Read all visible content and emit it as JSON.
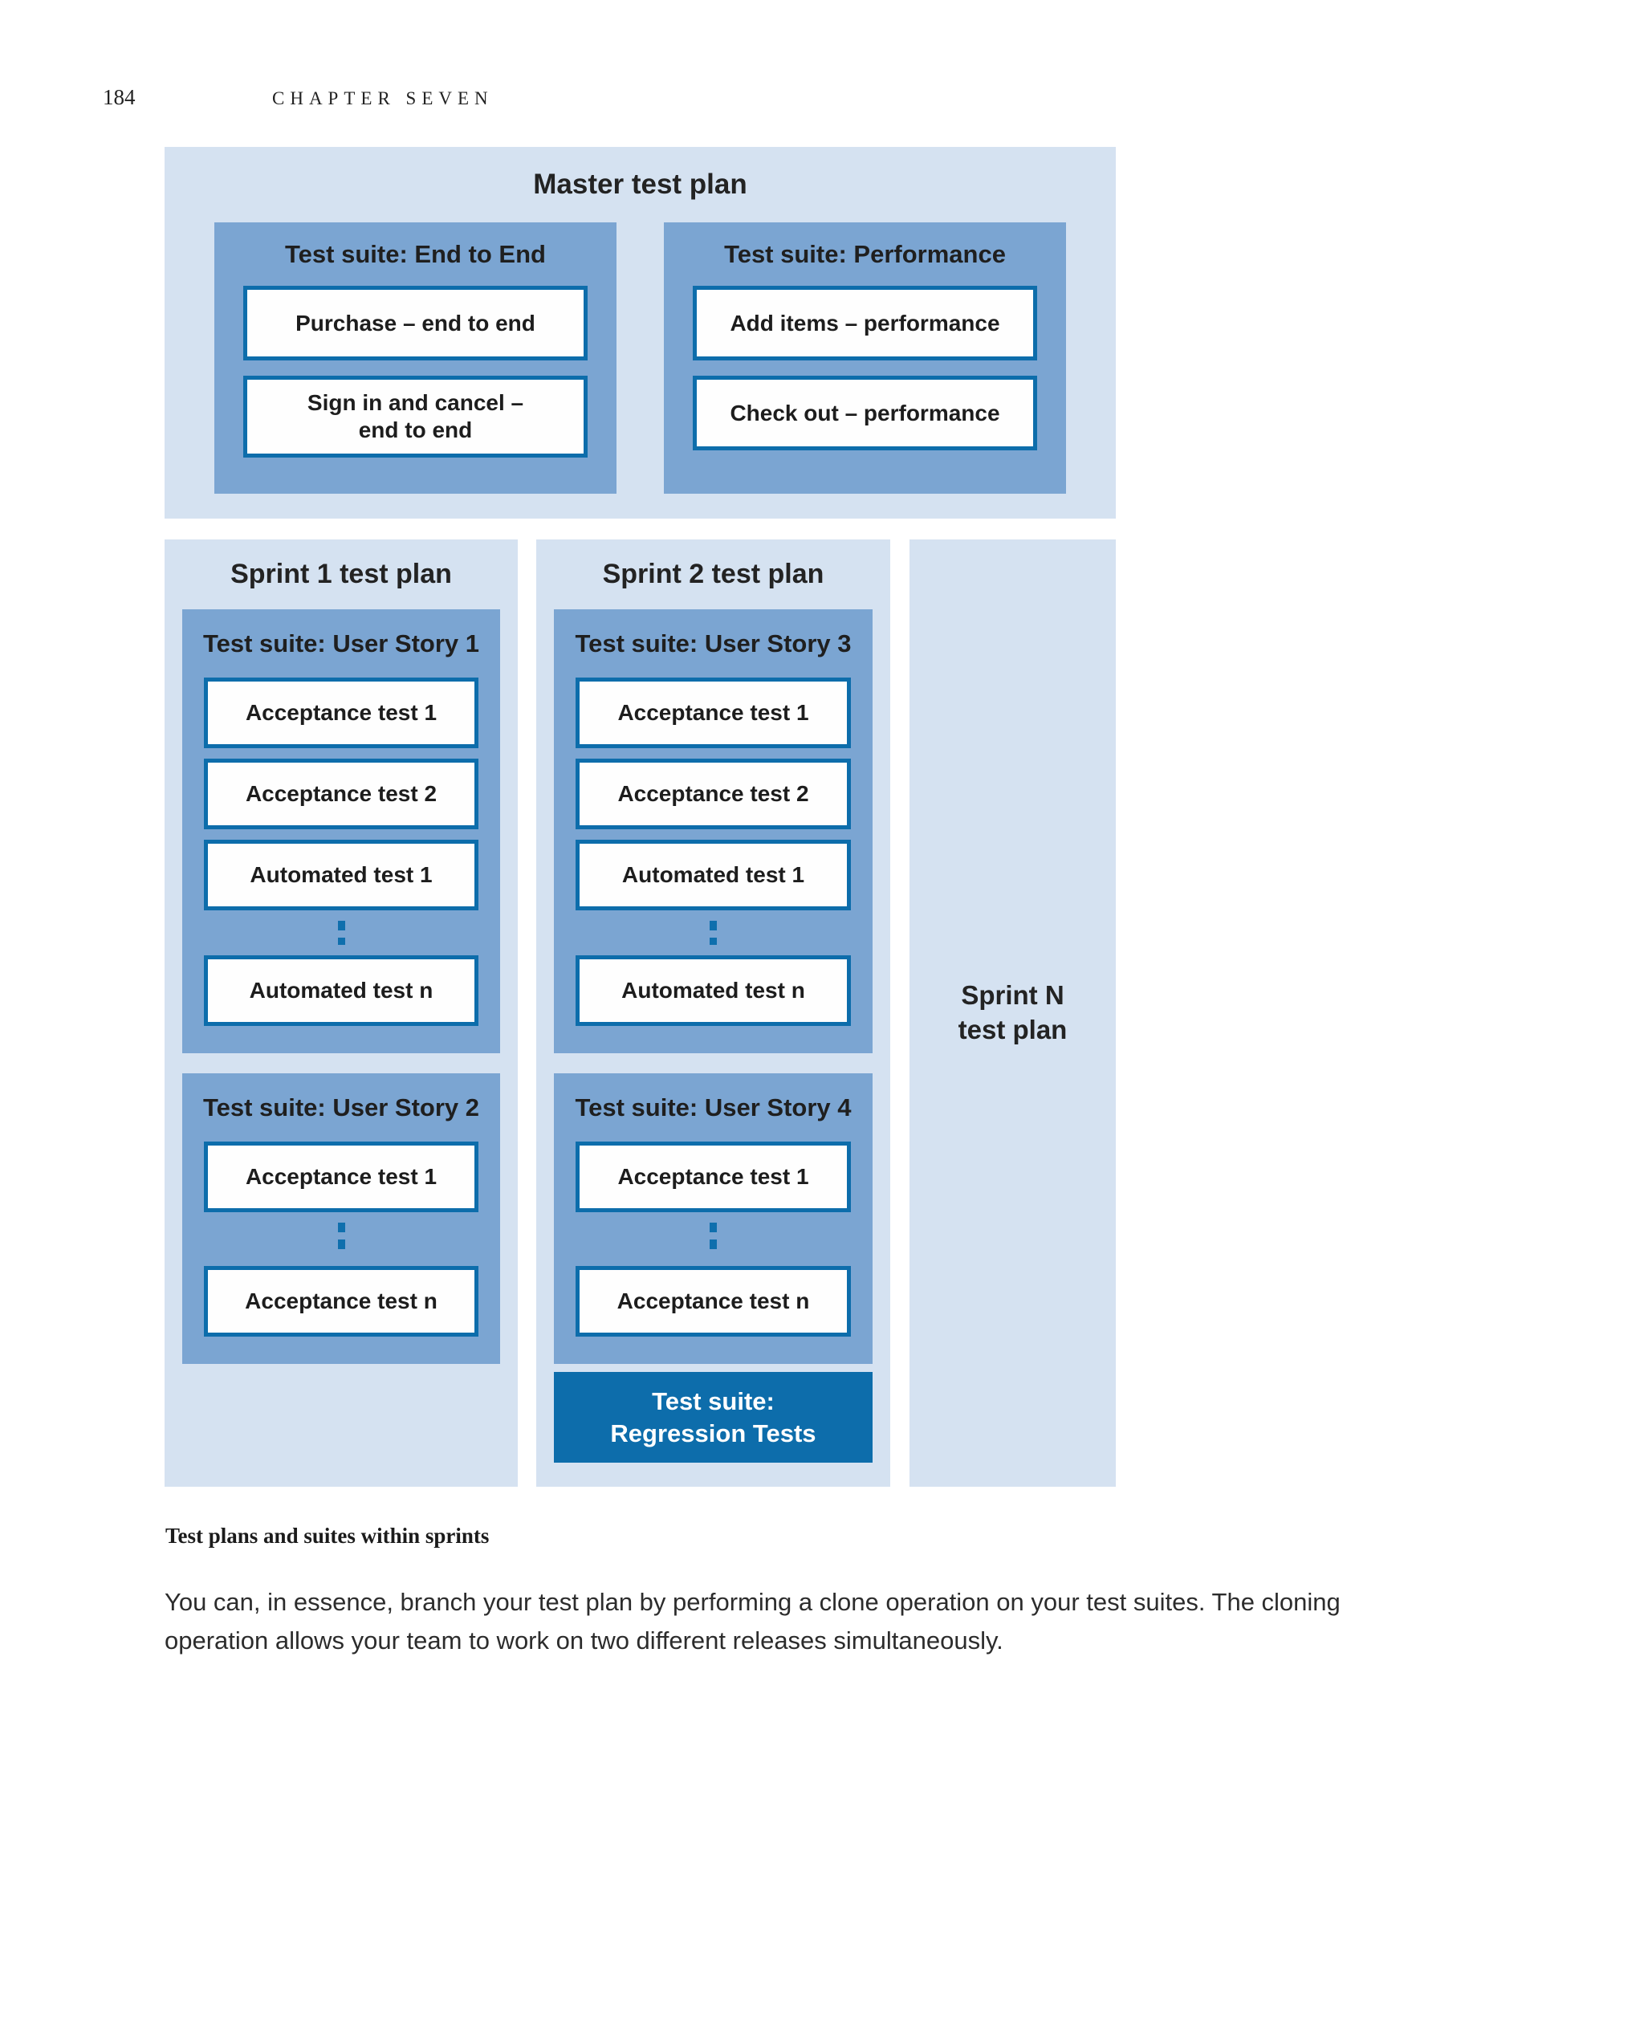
{
  "page": {
    "number": "184",
    "chapter": "CHAPTER SEVEN",
    "caption": "Test plans and suites within sprints",
    "body": "You can, in essence, branch your test plan by performing a clone operation on your test suites. The cloning operation allows your team to work on two different releases simultaneously."
  },
  "colors": {
    "light_blue": "#d5e2f1",
    "medium_blue": "#7ba5d2",
    "dark_blue": "#0d6dab",
    "text_dark": "#232323",
    "white": "#ffffff"
  },
  "diagram": {
    "master": {
      "title": "Master test plan",
      "suites": [
        {
          "title": "Test suite: End to End",
          "tests": [
            "Purchase – end to end",
            "Sign in and cancel – end to end"
          ]
        },
        {
          "title": "Test suite: Performance",
          "tests": [
            "Add items – performance",
            "Check out – performance"
          ]
        }
      ]
    },
    "sprint1": {
      "title": "Sprint 1 test plan",
      "suites": [
        {
          "title": "Test suite: User Story 1",
          "tests": [
            "Acceptance test 1",
            "Acceptance test 2",
            "Automated test 1",
            "Automated test n"
          ]
        },
        {
          "title": "Test suite: User Story 2",
          "tests": [
            "Acceptance test 1",
            "Acceptance test n"
          ]
        }
      ]
    },
    "sprint2": {
      "title": "Sprint 2 test plan",
      "suites": [
        {
          "title": "Test suite: User Story 3",
          "tests": [
            "Acceptance test 1",
            "Acceptance test 2",
            "Automated test 1",
            "Automated test n"
          ]
        },
        {
          "title": "Test suite: User Story 4",
          "tests": [
            "Acceptance test 1",
            "Acceptance test n"
          ]
        }
      ],
      "regression": "Test suite: Regression Tests"
    },
    "sprintN": {
      "title": "Sprint N test plan"
    }
  }
}
